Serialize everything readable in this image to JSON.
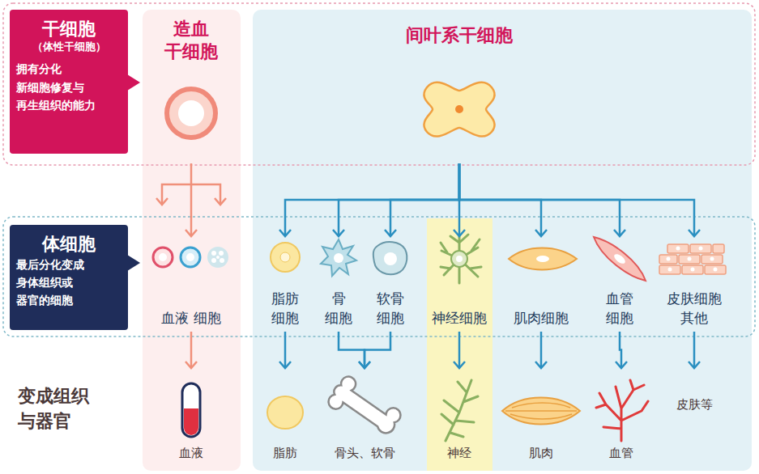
{
  "diagram": {
    "nodes": [
      {
        "text": [
          "干细胞",
          "（体性干细胞）",
          "拥有分化 新细胞修复与 再生组织的能力"
        ]
      },
      {
        "text": [
          "造血 干细胞"
        ]
      },
      {
        "text": [
          "间叶系干细胞"
        ]
      },
      {
        "text": [
          "体细胞",
          "最后分化变成 身体组织或 器官的细胞"
        ]
      },
      {
        "text": [
          "血液 细胞"
        ]
      },
      {
        "text": [
          "脂肪 细胞"
        ]
      },
      {
        "text": [
          "骨 细胞"
        ]
      },
      {
        "text": [
          "软骨 细胞"
        ]
      },
      {
        "text": [
          "神经细胞"
        ]
      },
      {
        "text": [
          "肌肉细胞"
        ]
      },
      {
        "text": [
          "血管 细胞"
        ]
      },
      {
        "text": [
          "皮肤细胞 其他"
        ]
      },
      {
        "text": [
          "血液"
        ]
      },
      {
        "text": [
          "脂肪"
        ]
      },
      {
        "text": [
          "骨头、软骨"
        ]
      },
      {
        "text": [
          "神经"
        ]
      },
      {
        "text": [
          "肌肉"
        ]
      },
      {
        "text": [
          "血管"
        ]
      },
      {
        "text": [
          "皮肤等"
        ]
      }
    ],
    "edges": [
      {
        "from": 1,
        "to": 4,
        "arrow": "to"
      },
      {
        "from": 2,
        "to": 5,
        "arrow": "to"
      },
      {
        "from": 2,
        "to": 6,
        "arrow": "to"
      },
      {
        "from": 2,
        "to": 7,
        "arrow": "to"
      },
      {
        "from": 2,
        "to": 8,
        "arrow": "to"
      },
      {
        "from": 2,
        "to": 9,
        "arrow": "to"
      },
      {
        "from": 2,
        "to": 10,
        "arrow": "to"
      },
      {
        "from": 2,
        "to": 11,
        "arrow": "to"
      },
      {
        "from": 4,
        "to": 12,
        "arrow": "to"
      },
      {
        "from": 5,
        "to": 13,
        "arrow": "to"
      },
      {
        "from": 6,
        "to": 14,
        "arrow": "to"
      },
      {
        "from": 7,
        "to": 14,
        "arrow": "to"
      },
      {
        "from": 8,
        "to": 15,
        "arrow": "to"
      },
      {
        "from": 9,
        "to": 16,
        "arrow": "to"
      },
      {
        "from": 10,
        "to": 17,
        "arrow": "to"
      },
      {
        "from": 11,
        "to": 18,
        "arrow": "to"
      }
    ],
    "labels": [
      "变成组织 与器官"
    ]
  }
}
